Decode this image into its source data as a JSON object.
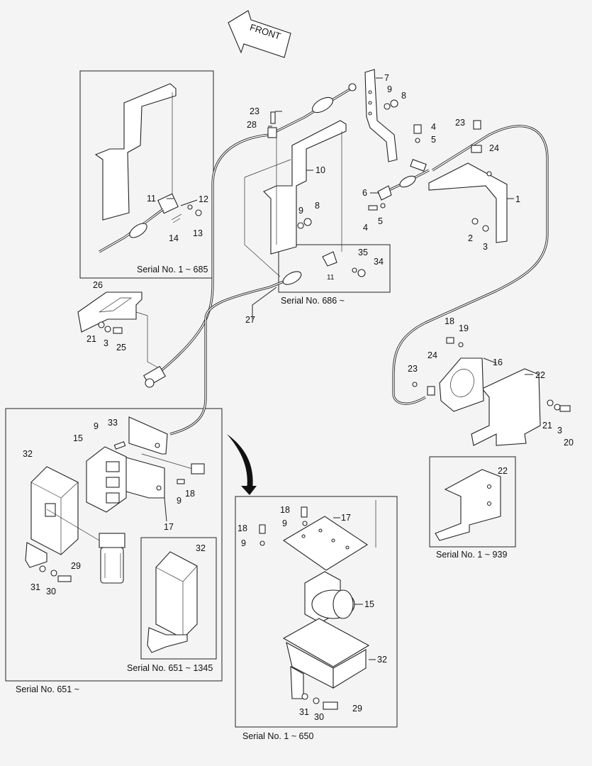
{
  "front_arrow": {
    "text": "FRONT"
  },
  "boxes": {
    "top_left": {
      "caption": "Serial No. 1 ~ 685"
    },
    "top_mid": {
      "caption": "Serial No. 686 ~"
    },
    "right": {
      "caption": "Serial No. 1 ~ 939"
    },
    "bot_left": {
      "caption": "Serial No. 651 ~"
    },
    "bot_inner": {
      "caption": "Serial No. 651 ~ 1345"
    },
    "bot_mid": {
      "caption": "Serial No. 1 ~ 650"
    }
  },
  "callouts": {
    "c7": "7",
    "c9a": "9",
    "c8a": "8",
    "c23a": "23",
    "c28": "28",
    "c4a": "4",
    "c5a": "5",
    "c23b": "23",
    "c24a": "24",
    "c10": "10",
    "c11a": "11",
    "c12": "12",
    "c13": "13",
    "c14": "14",
    "c6": "6",
    "c1": "1",
    "c9b": "9",
    "c8b": "8",
    "c4b": "4",
    "c5b": "5",
    "c2": "2",
    "c3a": "3",
    "c35": "35",
    "c34": "34",
    "c11b": "11",
    "c26": "26",
    "c27": "27",
    "c21a": "21",
    "c3b": "3",
    "c25": "25",
    "c18a": "18",
    "c19": "19",
    "c16": "16",
    "c24b": "24",
    "c23c": "23",
    "c22a": "22",
    "c21b": "21",
    "c3c": "3",
    "c20": "20",
    "c9c": "9",
    "c33": "33",
    "c15a": "15",
    "c32a": "32",
    "c18b": "18",
    "c9d": "9",
    "c17a": "17",
    "c29a": "29",
    "c31a": "31",
    "c30a": "30",
    "c32b": "32",
    "c22b": "22",
    "c18c": "18",
    "c17b": "17",
    "c18d": "18",
    "c9e": "9",
    "c9f": "9",
    "c15b": "15",
    "c32c": "32",
    "c31b": "31",
    "c30b": "30",
    "c29b": "29"
  }
}
